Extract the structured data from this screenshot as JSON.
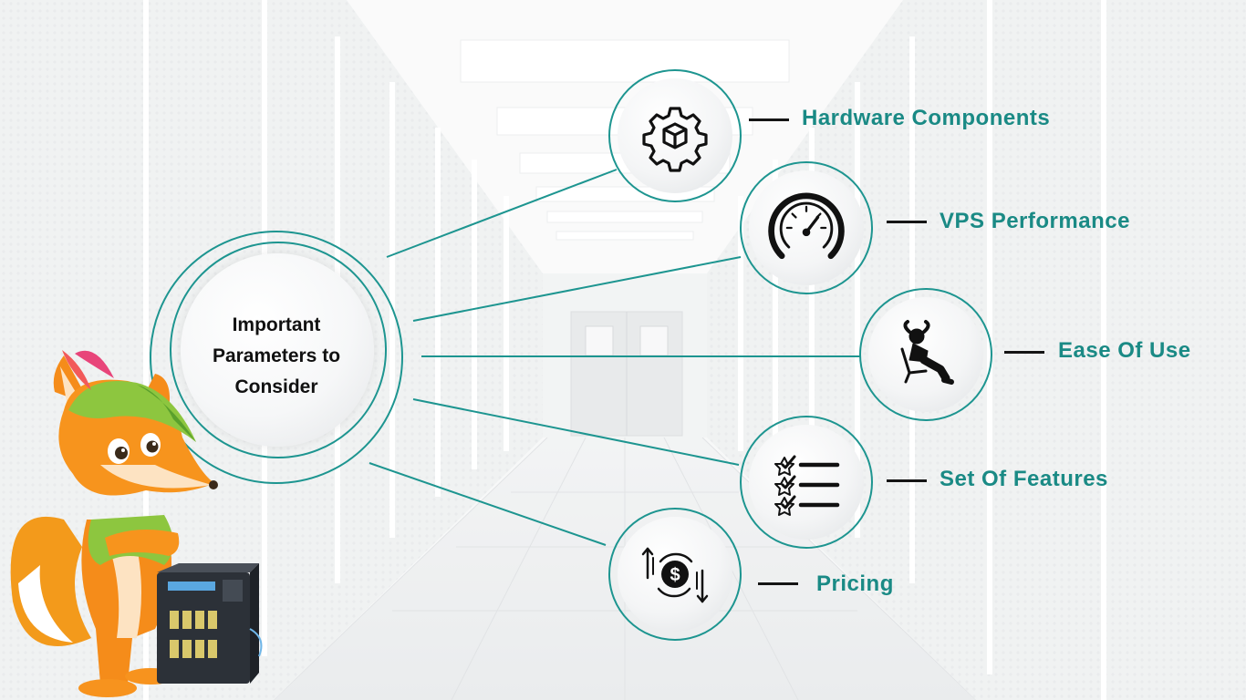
{
  "center": {
    "lines": [
      "Important",
      "Parameters to",
      "Consider"
    ]
  },
  "parameters": [
    {
      "label": "Hardware Components",
      "icon": "gear-cube-icon"
    },
    {
      "label": "VPS Performance",
      "icon": "speedometer-icon"
    },
    {
      "label": "Ease Of Use",
      "icon": "relaxing-person-icon"
    },
    {
      "label": "Set Of Features",
      "icon": "checklist-icon"
    },
    {
      "label": "Pricing",
      "icon": "dollar-cycle-icon"
    }
  ],
  "colors": {
    "accent": "#1d9590",
    "label": "#1a8a85",
    "text": "#111111"
  }
}
